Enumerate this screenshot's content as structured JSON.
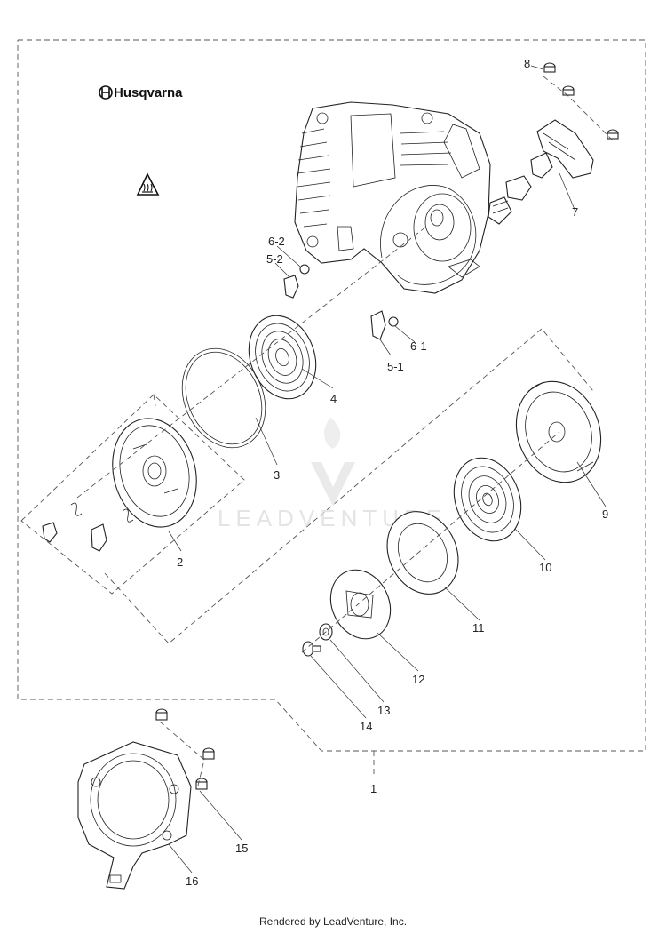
{
  "brand": {
    "name": "Husqvarna",
    "logo_icon": "husqvarna-crown-icon"
  },
  "warning_icon": "hot-surface-warning-icon",
  "watermark": "LEADVENTURE",
  "callouts": [
    "1",
    "2",
    "3",
    "4",
    "5-1",
    "5-2",
    "6-1",
    "6-2",
    "7",
    "8",
    "9",
    "10",
    "11",
    "12",
    "13",
    "14",
    "15",
    "16"
  ],
  "footer": "Rendered by LeadVenture, Inc."
}
